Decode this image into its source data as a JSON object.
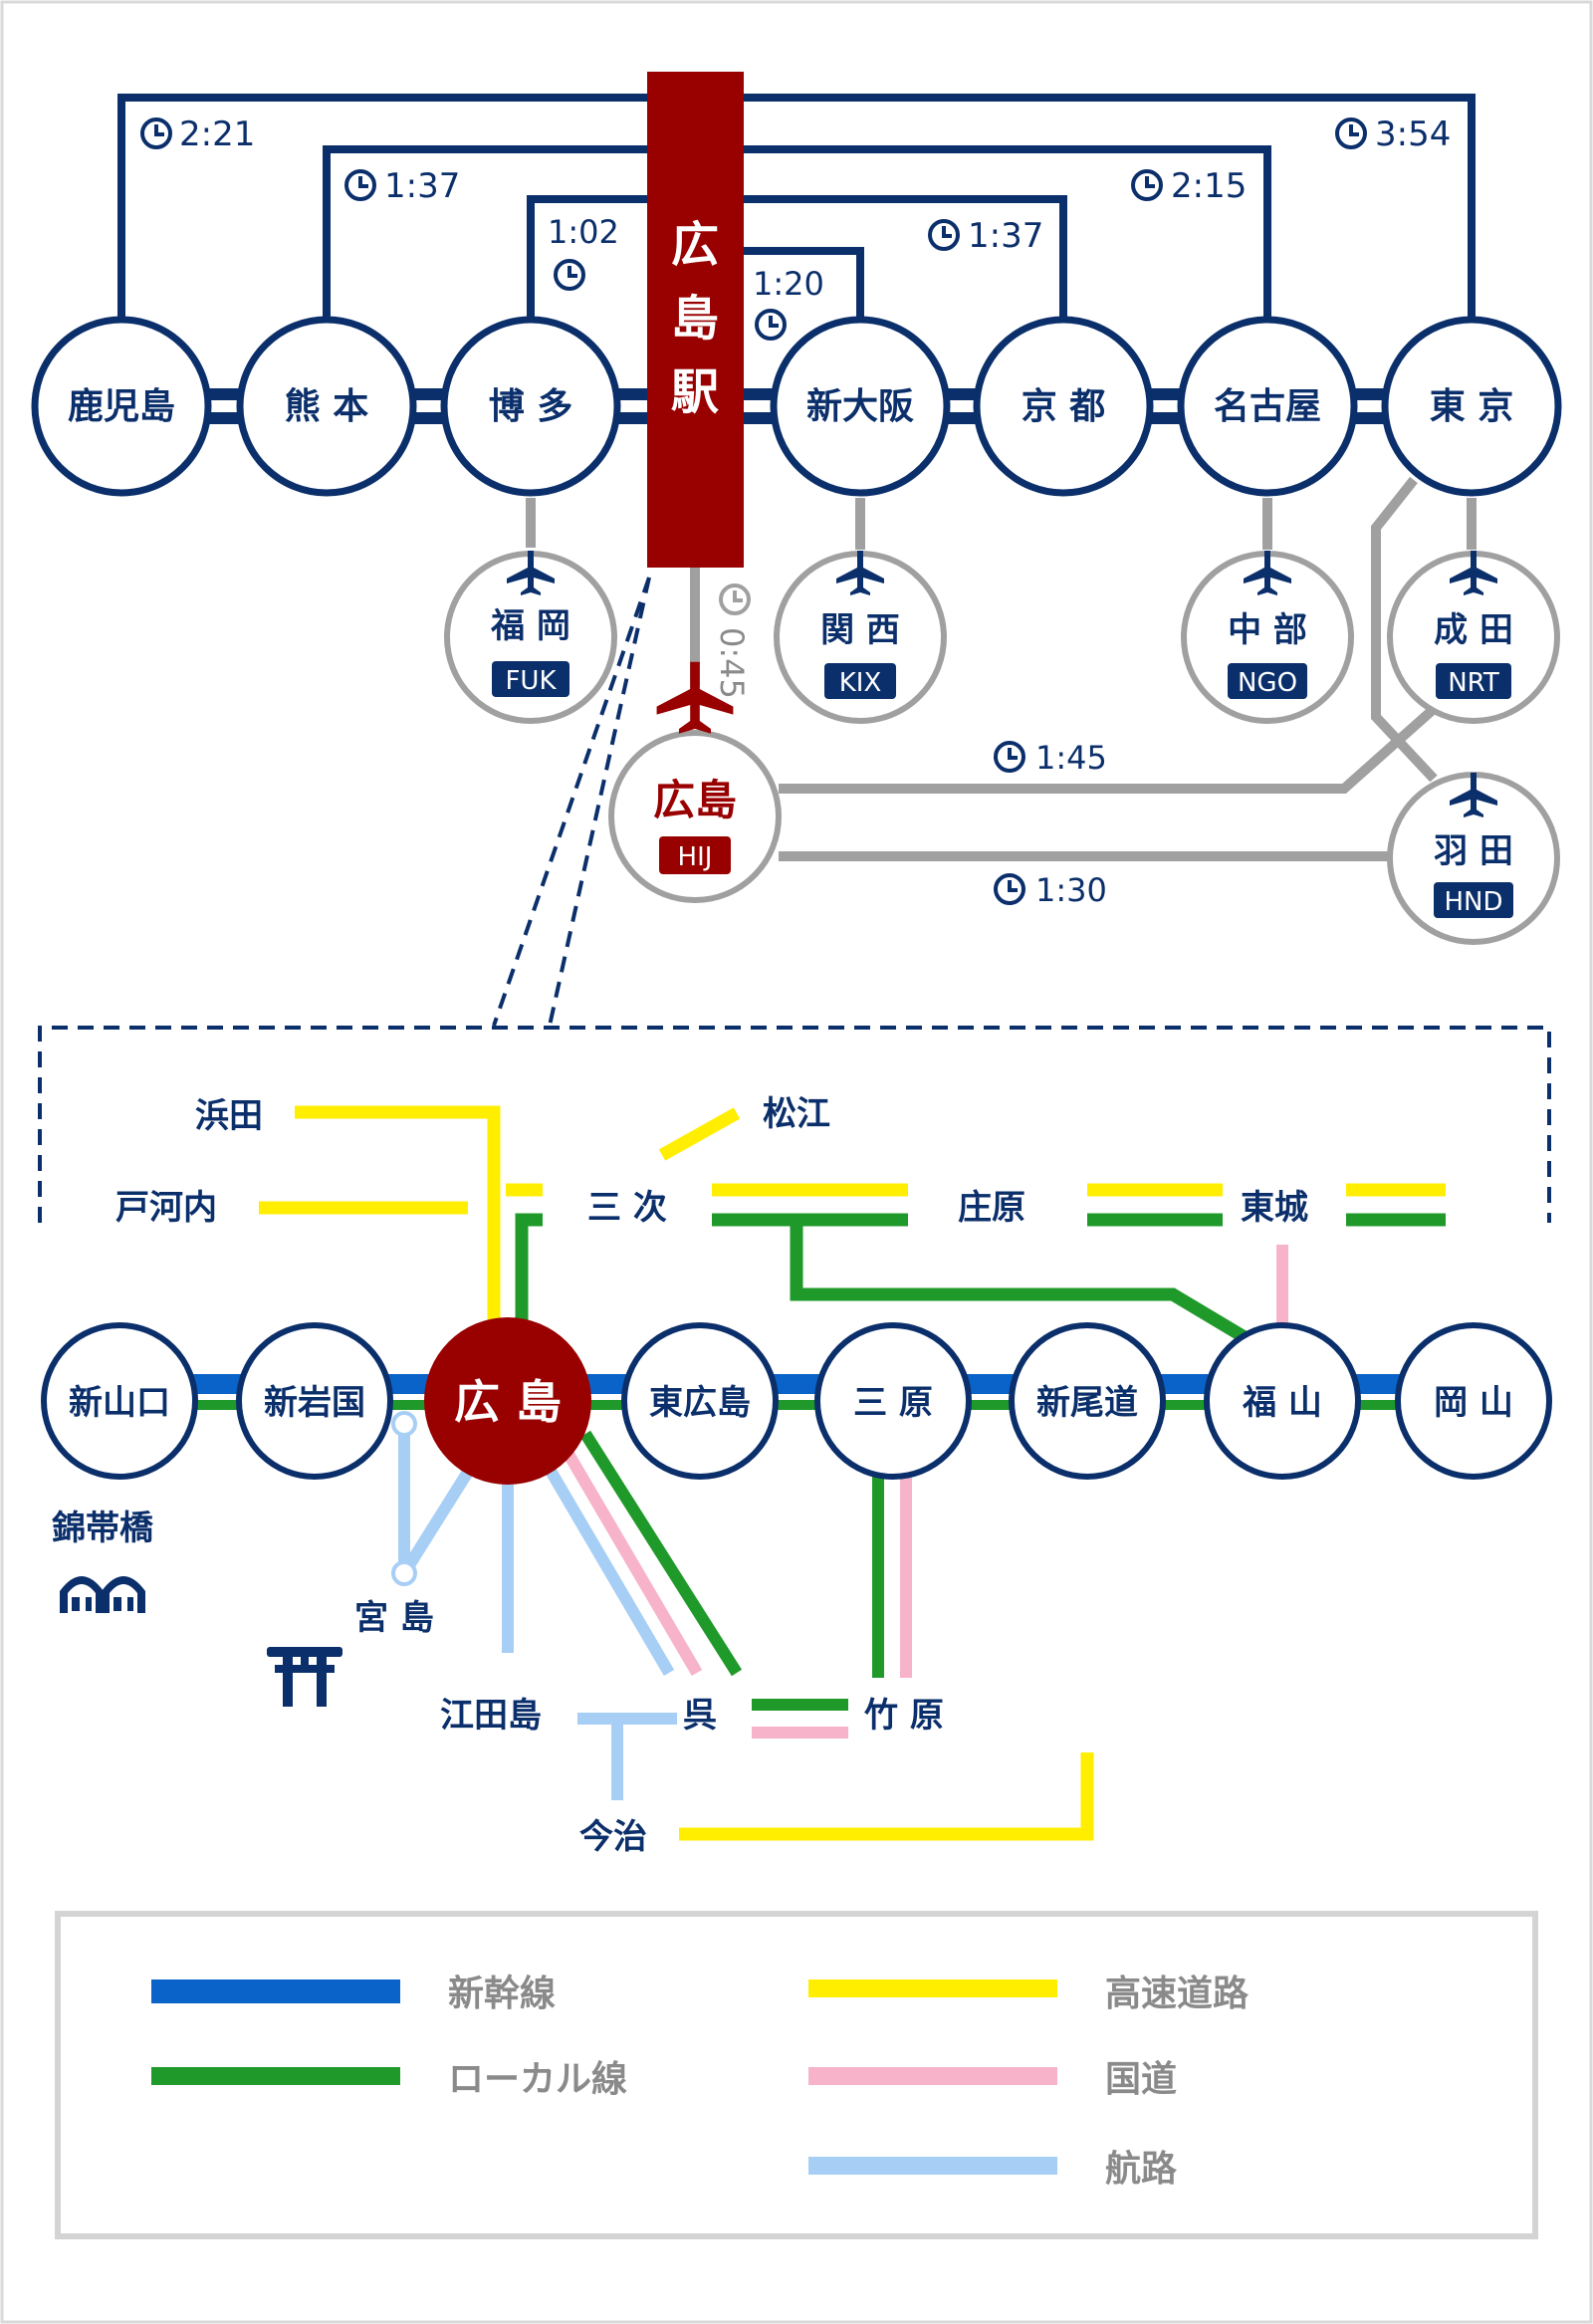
{
  "colors": {
    "navy": "#0b2f6b",
    "station_red": "#990000",
    "shinkansen": "#0a63c9",
    "local_line": "#1f9a2a",
    "expressway": "#ffee00",
    "national_road": "#f6b3c9",
    "sea_route": "#a7cff5",
    "air_gray": "#a0a0a0"
  },
  "hub": {
    "label": "広\n島\n駅"
  },
  "top_stations": [
    {
      "id": "kagoshima",
      "label": "鹿児島"
    },
    {
      "id": "kumamoto",
      "label": "熊 本"
    },
    {
      "id": "hakata",
      "label": "博 多"
    },
    {
      "id": "shinosaka",
      "label": "新大阪"
    },
    {
      "id": "kyoto",
      "label": "京 都"
    },
    {
      "id": "nagoya",
      "label": "名古屋"
    },
    {
      "id": "tokyo",
      "label": "東 京"
    }
  ],
  "travel_times": {
    "kagoshima": "2:21",
    "kumamoto": "1:37",
    "hakata": "1:02",
    "shinosaka": "1:20",
    "kyoto": "1:37",
    "nagoya": "2:15",
    "tokyo": "3:54",
    "hub_to_airport": "0:45",
    "hij_to_nrt": "1:45",
    "hij_to_hnd": "1:30"
  },
  "airports": [
    {
      "id": "fuk",
      "name": "福 岡",
      "code": "FUK"
    },
    {
      "id": "kix",
      "name": "関 西",
      "code": "KIX"
    },
    {
      "id": "ngo",
      "name": "中 部",
      "code": "NGO"
    },
    {
      "id": "nrt",
      "name": "成 田",
      "code": "NRT"
    },
    {
      "id": "hnd",
      "name": "羽 田",
      "code": "HND"
    },
    {
      "id": "hij",
      "name": "広島",
      "code": "HIJ"
    }
  ],
  "regional_stations": [
    {
      "id": "shinyamaguchi",
      "label": "新山口"
    },
    {
      "id": "shiniwakuni",
      "label": "新岩国"
    },
    {
      "id": "hiroshima",
      "label": "広 島"
    },
    {
      "id": "higashihiroshima",
      "label": "東広島"
    },
    {
      "id": "mihara",
      "label": "三 原"
    },
    {
      "id": "shinonomichi",
      "label": "新尾道"
    },
    {
      "id": "fukuyama",
      "label": "福 山"
    },
    {
      "id": "okayama",
      "label": "岡 山"
    }
  ],
  "places": {
    "hamada": "浜田",
    "tokochi": "戸河内",
    "matsue": "松江",
    "miyoshi": "三 次",
    "shobara": "庄原",
    "tojo": "東城",
    "kintaikyo": "錦帯橋",
    "miyajima": "宮 島",
    "etajima": "江田島",
    "kure": "呉",
    "takehara": "竹 原",
    "imabari": "今治"
  },
  "legend": [
    {
      "key": "shinkansen",
      "label": "新幹線",
      "color": "#0a63c9"
    },
    {
      "key": "local_line",
      "label": "ローカル線",
      "color": "#1f9a2a"
    },
    {
      "key": "expressway",
      "label": "高速道路",
      "color": "#ffee00"
    },
    {
      "key": "national_road",
      "label": "国道",
      "color": "#f6b3c9"
    },
    {
      "key": "sea_route",
      "label": "航路",
      "color": "#a7cff5"
    }
  ]
}
